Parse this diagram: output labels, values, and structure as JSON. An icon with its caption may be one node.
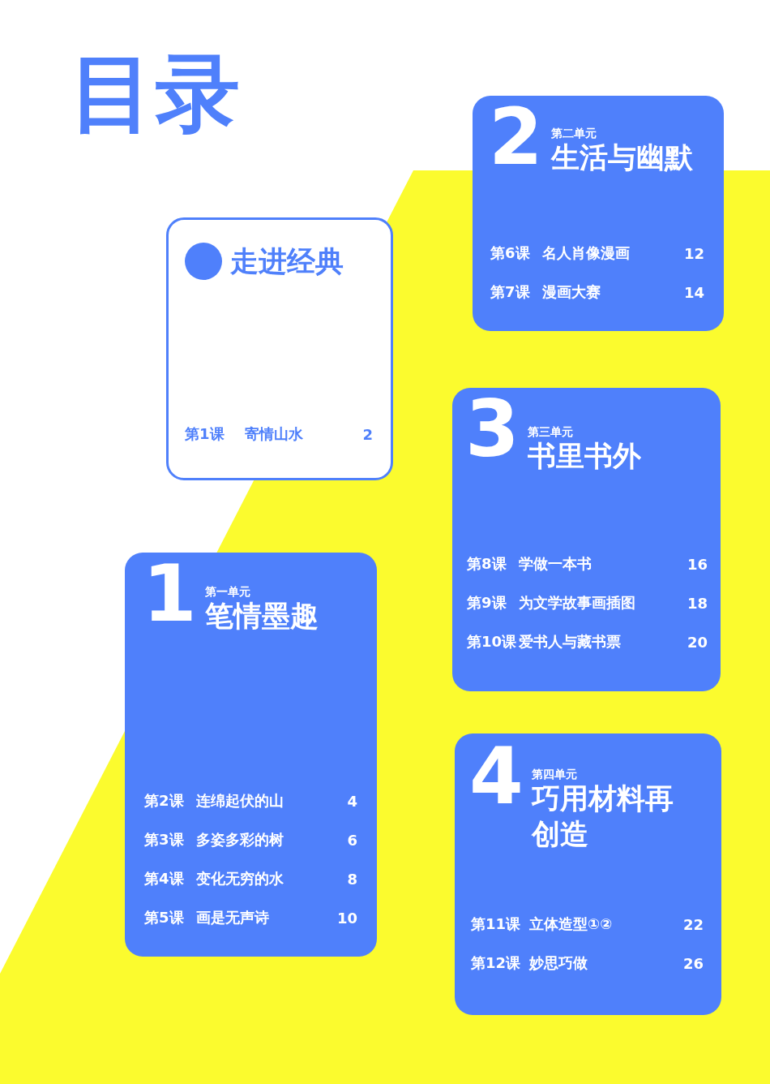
{
  "diagram": {
    "title": "目录",
    "nodes": [
      {
        "text": [
          "走进经典",
          "第1课",
          "寄情山水",
          "2"
        ]
      },
      {
        "text": [
          "1",
          "第一单元",
          "笔情墨趣",
          "第2课",
          "连绵起伏的山",
          "4",
          "第3课",
          "多姿多彩的树",
          "6",
          "第4课",
          "变化无穷的水",
          "8",
          "第5课",
          "画是无声诗",
          "10"
        ]
      },
      {
        "text": [
          "2",
          "第二单元",
          "生活与幽默",
          "第6课",
          "名人肖像漫画",
          "12",
          "第7课",
          "漫画大赛",
          "14"
        ]
      },
      {
        "text": [
          "3",
          "第三单元",
          "书里书外",
          "第8课",
          "学做一本书",
          "16",
          "第9课",
          "为文学故事画插图",
          "18",
          "第10课",
          "爱书人与藏书票",
          "20"
        ]
      },
      {
        "text": [
          "4",
          "第四单元",
          "巧用材料再创造",
          "第11课",
          "立体造型①②",
          "22",
          "第12课",
          "妙思巧做",
          "26"
        ]
      }
    ]
  }
}
